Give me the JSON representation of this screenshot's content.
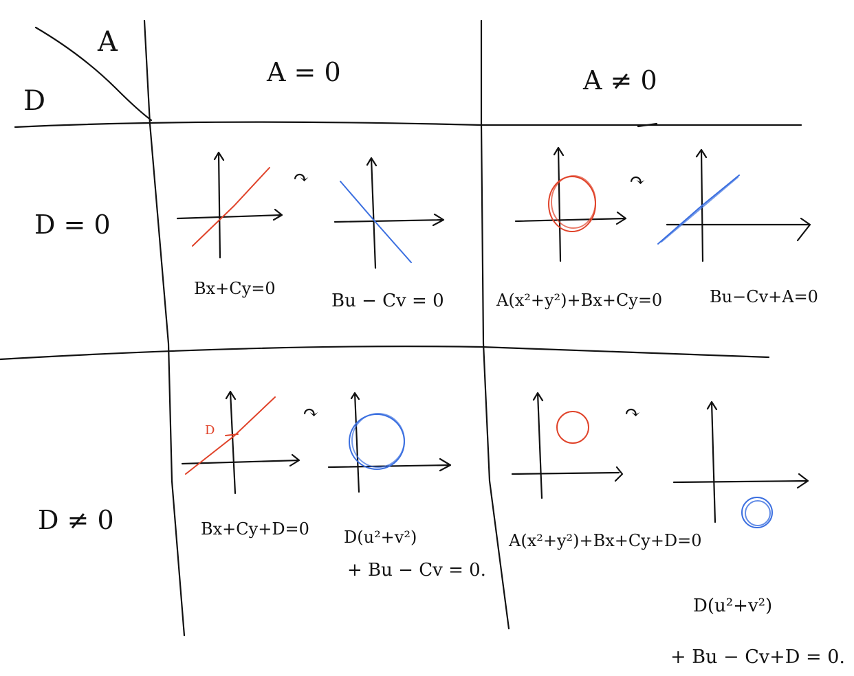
{
  "header": {
    "row_var": "D",
    "col_var": "A",
    "col_a_zero": "A = 0",
    "col_a_nonzero": "A ≠ 0",
    "row_d_zero": "D = 0",
    "row_d_nonzero": "D ≠ 0"
  },
  "cells": {
    "a0_d0": {
      "before": "Bx+Cy=0",
      "after": "Bu − Cv = 0"
    },
    "an_d0": {
      "before": "A(x²+y²)+Bx+Cy=0",
      "after": "Bu−Cv+A=0"
    },
    "a0_dn": {
      "before": "Bx+Cy+D=0",
      "after_line1": "D(u²+v²)",
      "after_line2": "+ Bu − Cv = 0.",
      "point_label": "D"
    },
    "an_dn": {
      "before": "A(x²+y²)+Bx+Cy+D=0",
      "after_line1": "D(u²+v²)",
      "after_line2": "+ Bu − Cv+D = 0."
    }
  },
  "arrow_symbol": "↷",
  "colors": {
    "ink": "#111111",
    "original_curve": "#e0432a",
    "image_curve": "#3b6fe0"
  }
}
